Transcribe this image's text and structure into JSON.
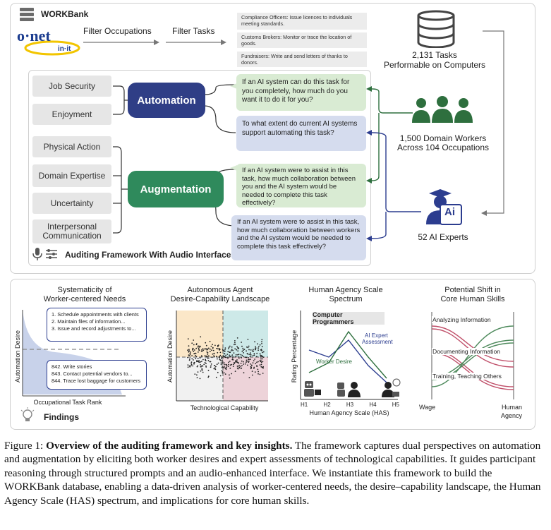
{
  "top": {
    "workbank_label": "WORKBank",
    "onet_logo_text": "o·net",
    "onet_logo_sub": "in·it",
    "filter_occupations": "Filter Occupations",
    "filter_tasks": "Filter Tasks",
    "sample_tasks": [
      "Compliance Officers: Issue licences to individuals meeting standards.",
      "Customs Brokers: Monitor or trace the location of goods.",
      "Fundraisers: Write and send letters of thanks to donors."
    ],
    "database_label_line1": "2,131 Tasks",
    "database_label_line2": "Performable on Computers"
  },
  "factors": [
    "Job Security",
    "Enjoyment",
    "Physical Action",
    "Domain Expertise",
    "Uncertainty",
    "Interpersonal Communication"
  ],
  "automation_label": "Automation",
  "augmentation_label": "Augmentation",
  "questions": {
    "auto_worker": "If an AI system can do this task for you completely, how much do you want it to do it for you?",
    "auto_expert": "To what extent do current AI systems support automating this task?",
    "aug_worker": "If an AI system were to assist in this task, how much collaboration between you and the AI system would be needed to complete this task effectively?",
    "aug_expert": "If an AI system were to assist in this task, how much collaboration between workers and the AI system would be needed to complete this task effectively?"
  },
  "workers_label_line1": "1,500 Domain Workers",
  "workers_label_line2": "Across 104 Occupations",
  "experts_label": "52 AI Experts",
  "experts_icon_text": "Ai",
  "framework_label": "Auditing Framework With Audio Interface",
  "findings_label": "Findings",
  "finding1": {
    "title_line1": "Systematicity of",
    "title_line2": "Worker-centered Needs",
    "ylabel": "Automation Desire",
    "xlabel": "Occupational Task Rank",
    "top_tasks": [
      "1.  Schedule appointments with clients",
      "2.  Maintain files of information...",
      "3.  Issue and record adjustments to..."
    ],
    "bottom_tasks": [
      "842. Write stories",
      "843. Contact potential vendors to...",
      "844. Trace lost baggage for customers"
    ]
  },
  "finding2": {
    "title_line1": "Autonomous Agent",
    "title_line2": "Desire-Capability Landscape",
    "ylabel": "Automation Desire",
    "xlabel": "Technological Capability"
  },
  "finding3": {
    "title_line1": "Human Agency Scale",
    "title_line2": "Spectrum",
    "box_label": "Computer Programmers",
    "ylabel": "Rating Percentage",
    "xlabel": "Human Agency Scale (HAS)",
    "expert_line1": "AI Expert",
    "expert_line2": "Assessment",
    "worker_line": "Worker Desire",
    "ticks": [
      "H1",
      "H2",
      "H3",
      "H4",
      "H5"
    ]
  },
  "finding4": {
    "title_line1": "Potential Shift in",
    "title_line2": "Core Human Skills",
    "skills": [
      "Analyzing Information",
      "Documenting Information",
      "Training, Teaching Others"
    ],
    "left_axis": "Wage",
    "right_axis_line1": "Human",
    "right_axis_line2": "Agency"
  },
  "caption": {
    "figure_label": "Figure 1:",
    "bold_title": "Overview of the auditing framework and key insights.",
    "body": "The framework captures dual perspectives on automation and augmentation by eliciting both worker desires and expert assessments of technological capabilities. It guides participant reasoning through structured prompts and an audio-enhanced interface. We instantiate this framework to build the WORKBank database, enabling a data-driven analysis of worker-centered needs, the desire–capability landscape, the Human Agency Scale (HAS) spectrum, and implications for core human skills."
  },
  "colors": {
    "automation": "#2f3e86",
    "augmentation": "#2f8a5c",
    "green_bubble": "#d9ebd3",
    "blue_bubble": "#d5dcee",
    "worker_icon": "#2e6f3e",
    "expert_icon": "#2c3d8f"
  },
  "icons": [
    "stack-icon",
    "arrow-icon",
    "database-icon",
    "workers-icon",
    "expert-icon",
    "microphone-icon",
    "settings-icon",
    "lightbulb-icon",
    "robot-icon",
    "person-at-laptop-icon"
  ]
}
